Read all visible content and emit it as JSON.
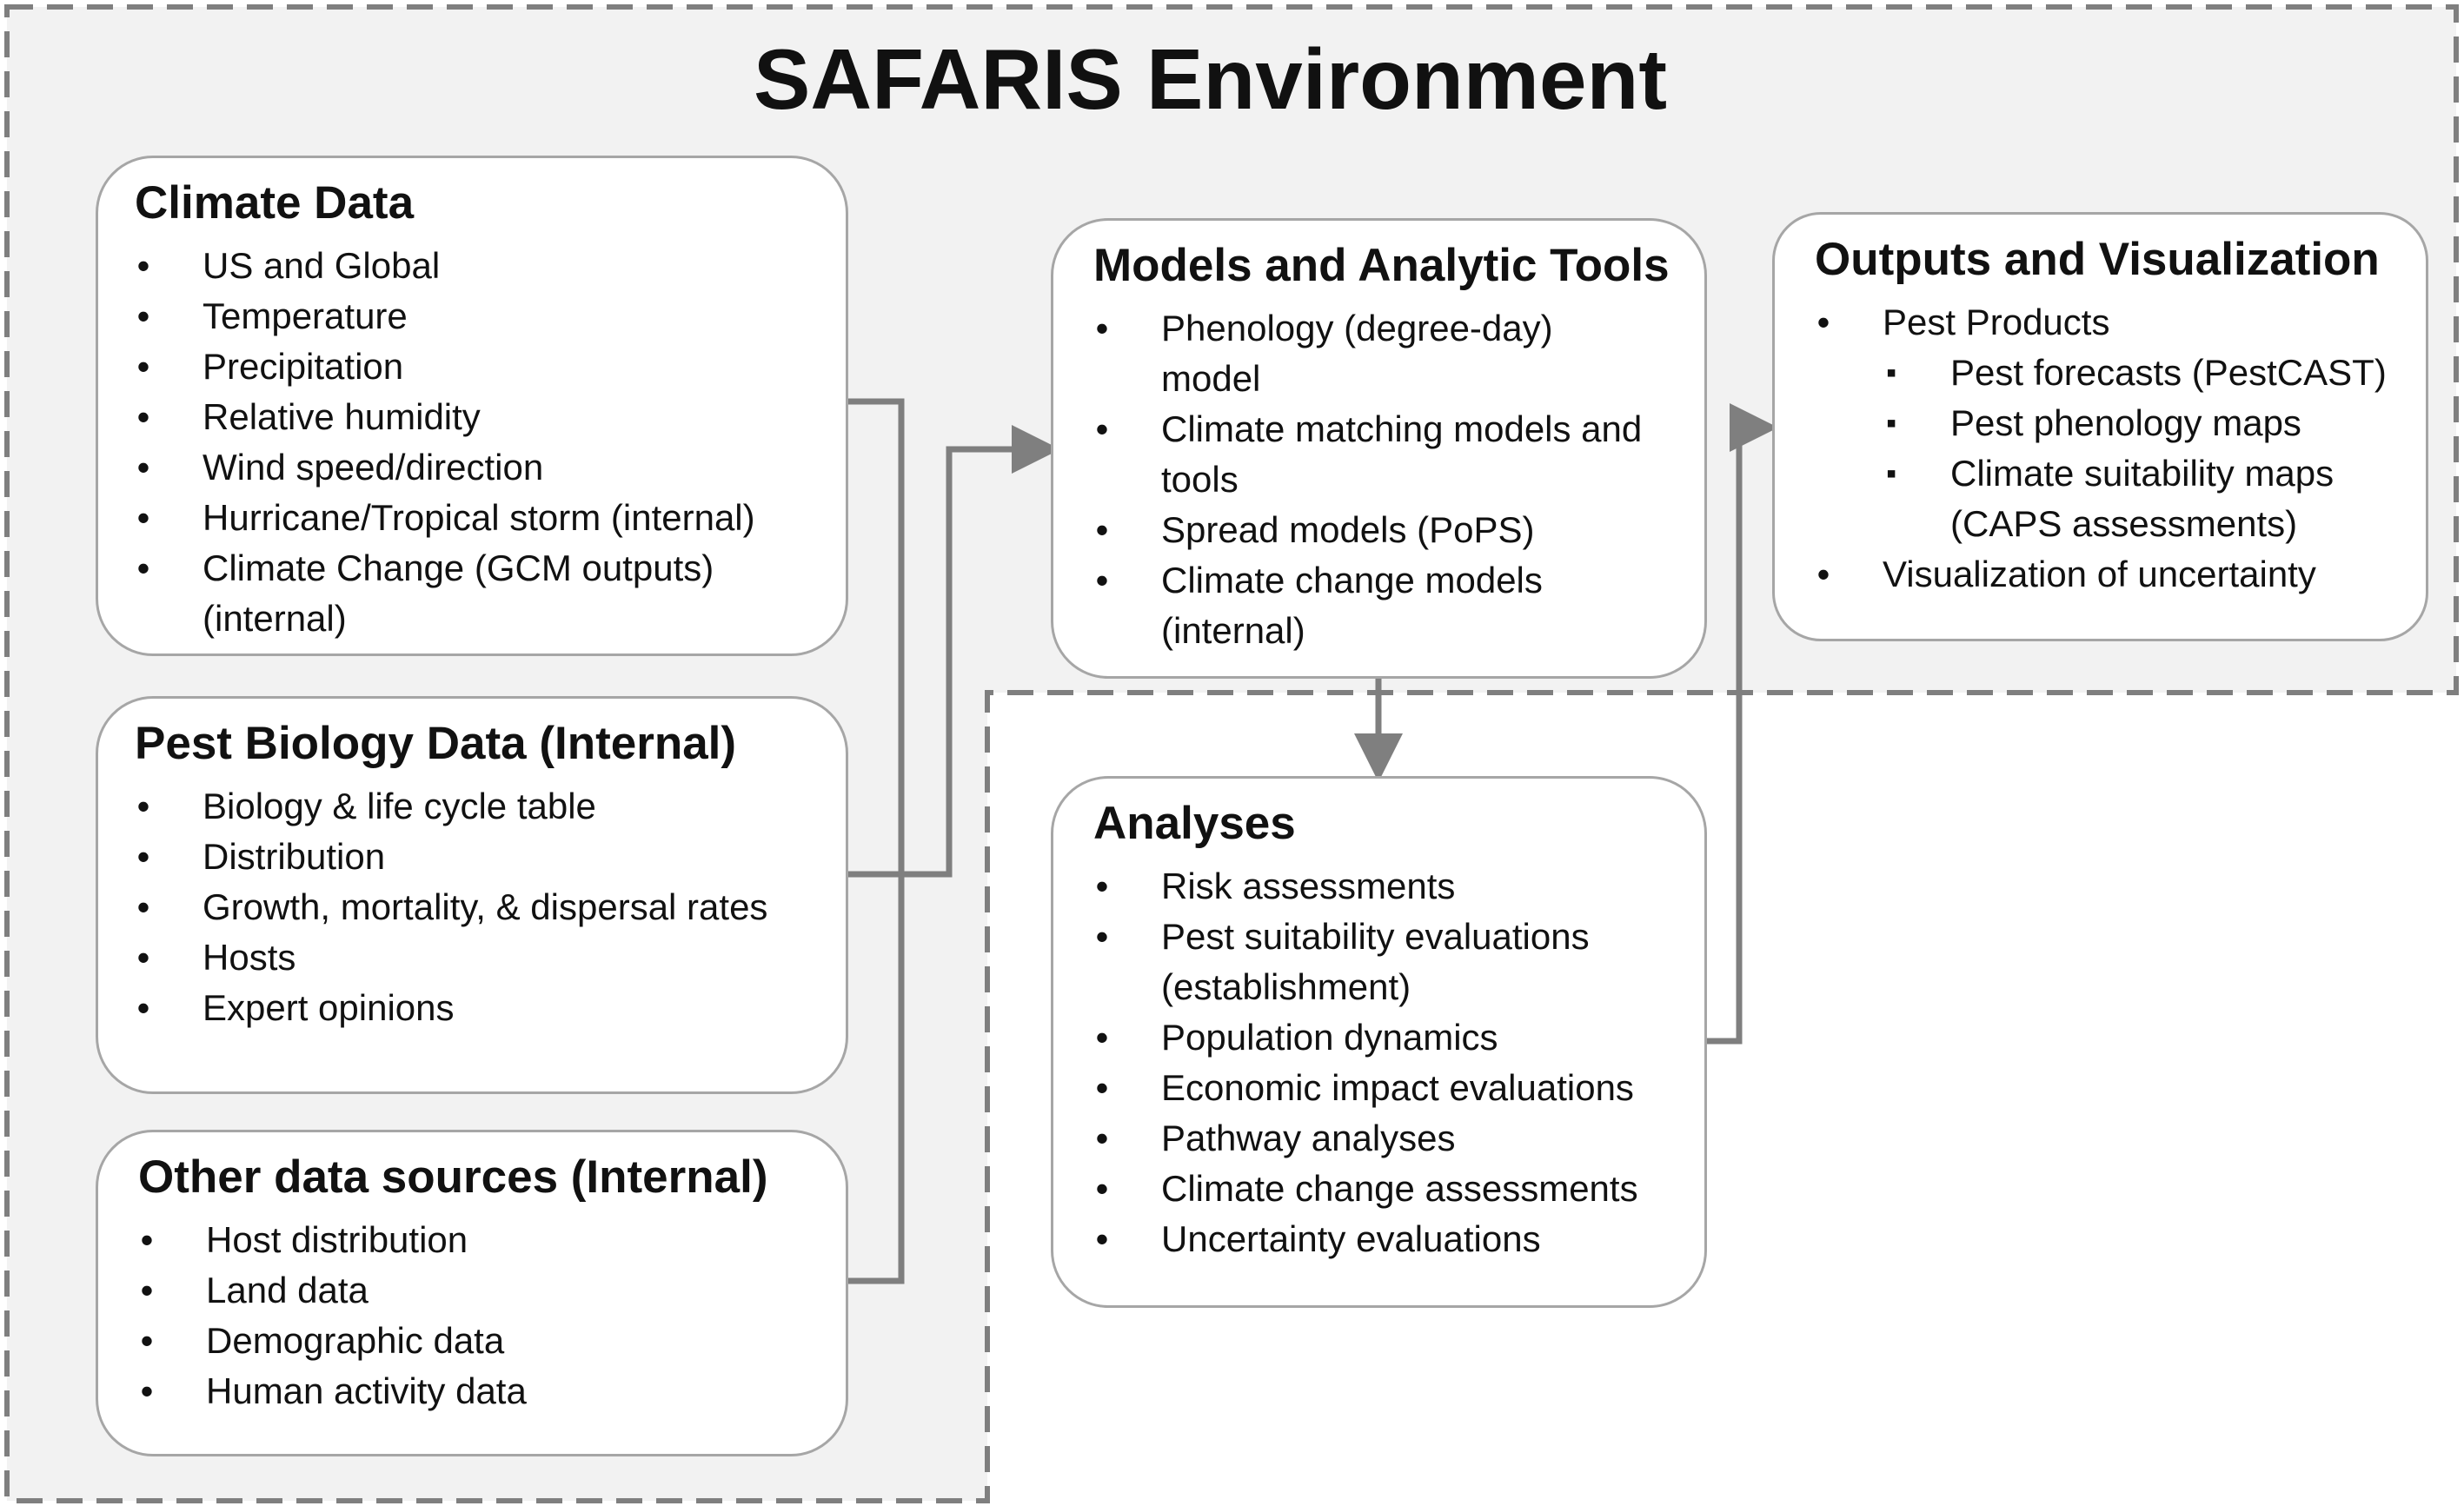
{
  "environment": {
    "title": "SAFARIS Environment"
  },
  "colors": {
    "panel": "#f2f2f2",
    "border": "#a6a6a6",
    "dash": "#7f7f7f",
    "arrow": "#7f7f7f",
    "text": "#111111"
  },
  "climate": {
    "title": "Climate Data",
    "items": [
      "US and Global",
      "Temperature",
      "Precipitation",
      "Relative humidity",
      "Wind speed/direction",
      "Hurricane/Tropical storm (internal)",
      "Climate Change (GCM outputs)",
      "(internal)"
    ]
  },
  "pest": {
    "title": "Pest Biology Data (Internal)",
    "items": [
      "Biology & life cycle table",
      "Distribution",
      "Growth, mortality, & dispersal rates",
      "Hosts",
      "Expert opinions"
    ]
  },
  "other": {
    "title": "Other data sources (Internal)",
    "items": [
      "Host distribution",
      "Land data",
      "Demographic data",
      "Human activity data"
    ]
  },
  "models": {
    "title": "Models and Analytic Tools",
    "items": [
      [
        "Phenology (degree-day)",
        "model"
      ],
      [
        "Climate matching models and",
        "tools"
      ],
      [
        "Spread models (PoPS)"
      ],
      [
        "Climate change models",
        "(internal)"
      ]
    ]
  },
  "outputs": {
    "title": "Outputs and Visualization",
    "product": "Pest Products",
    "subitems": [
      [
        "Pest forecasts (PestCAST)"
      ],
      [
        "Pest phenology maps"
      ],
      [
        "Climate suitability maps",
        "(CAPS assessments)"
      ]
    ],
    "last": "Visualization of uncertainty"
  },
  "analyses": {
    "title": "Analyses",
    "items": [
      [
        "Risk assessments"
      ],
      [
        "Pest suitability evaluations",
        "(establishment)"
      ],
      [
        "Population dynamics"
      ],
      [
        "Economic impact evaluations"
      ],
      [
        "Pathway analyses"
      ],
      [
        "Climate change assessments"
      ],
      [
        "Uncertainty evaluations"
      ]
    ]
  }
}
